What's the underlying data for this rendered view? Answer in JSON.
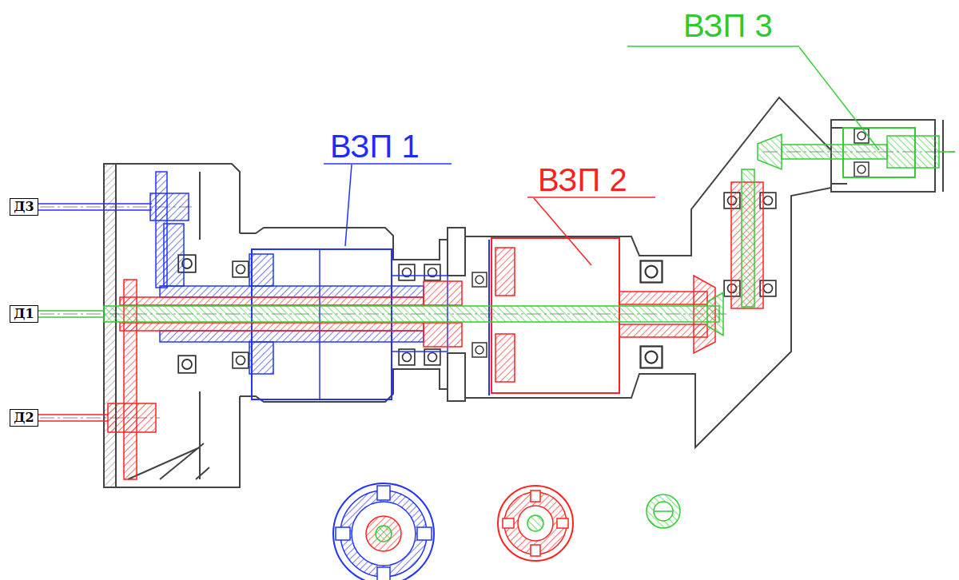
{
  "diagram": {
    "nodes": [
      {
        "text": [
          "Д3"
        ]
      },
      {
        "text": [
          "Д1"
        ]
      },
      {
        "text": [
          "Д2"
        ]
      }
    ],
    "labels": [
      "ВЗП 3",
      "ВЗП 1",
      "ВЗП 2"
    ]
  }
}
